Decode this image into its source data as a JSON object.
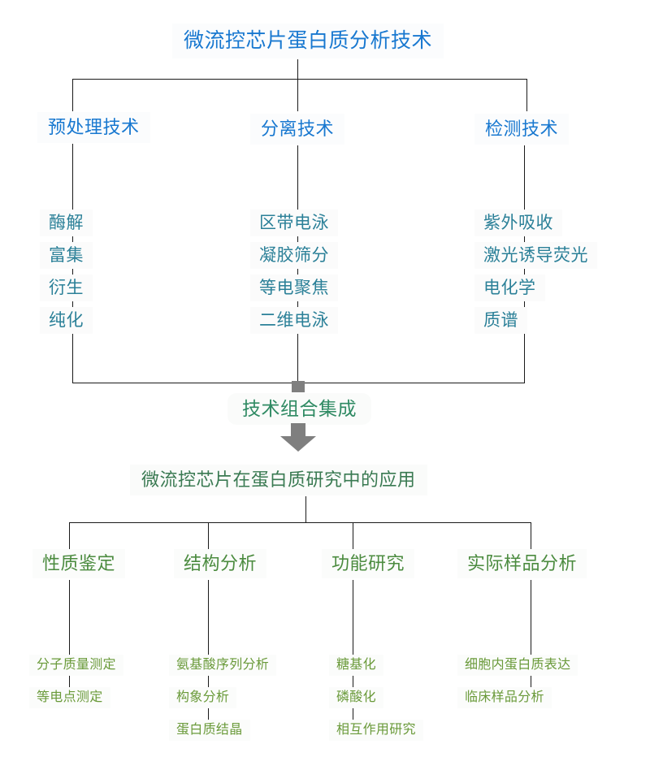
{
  "diagram": {
    "title": "微流控芯片蛋白质分析技术",
    "integration": "技术组合集成",
    "application_root": "微流控芯片在蛋白质研究中的应用",
    "colors": {
      "root": "#1878d0",
      "level1": "#1878d0",
      "leaf": "#2b8098",
      "integration": "#2f8a63",
      "application": "#3a7a52",
      "app_branch": "#4b8b3f",
      "app_leaf": "#6a9a3a",
      "connector": "#1a1a1a",
      "arrow": "#7f7f7f",
      "background": "#ffffff"
    },
    "tech_branches": [
      {
        "label": "预处理技术",
        "items": [
          "酶解",
          "富集",
          "衍生",
          "纯化"
        ]
      },
      {
        "label": "分离技术",
        "items": [
          "区带电泳",
          "凝胶筛分",
          "等电聚焦",
          "二维电泳"
        ]
      },
      {
        "label": "检测技术",
        "items": [
          "紫外吸收",
          "激光诱导荧光",
          "电化学",
          "质谱"
        ]
      }
    ],
    "application_branches": [
      {
        "label": "性质鉴定",
        "items": [
          "分子质量测定",
          "等电点测定"
        ]
      },
      {
        "label": "结构分析",
        "items": [
          "氨基酸序列分析",
          "构象分析",
          "蛋白质结晶"
        ]
      },
      {
        "label": "功能研究",
        "items": [
          "糖基化",
          "磷酸化",
          "相互作用研究"
        ]
      },
      {
        "label": "实际样品分析",
        "items": [
          "细胞内蛋白质表达",
          "临床样品分析"
        ]
      }
    ]
  }
}
